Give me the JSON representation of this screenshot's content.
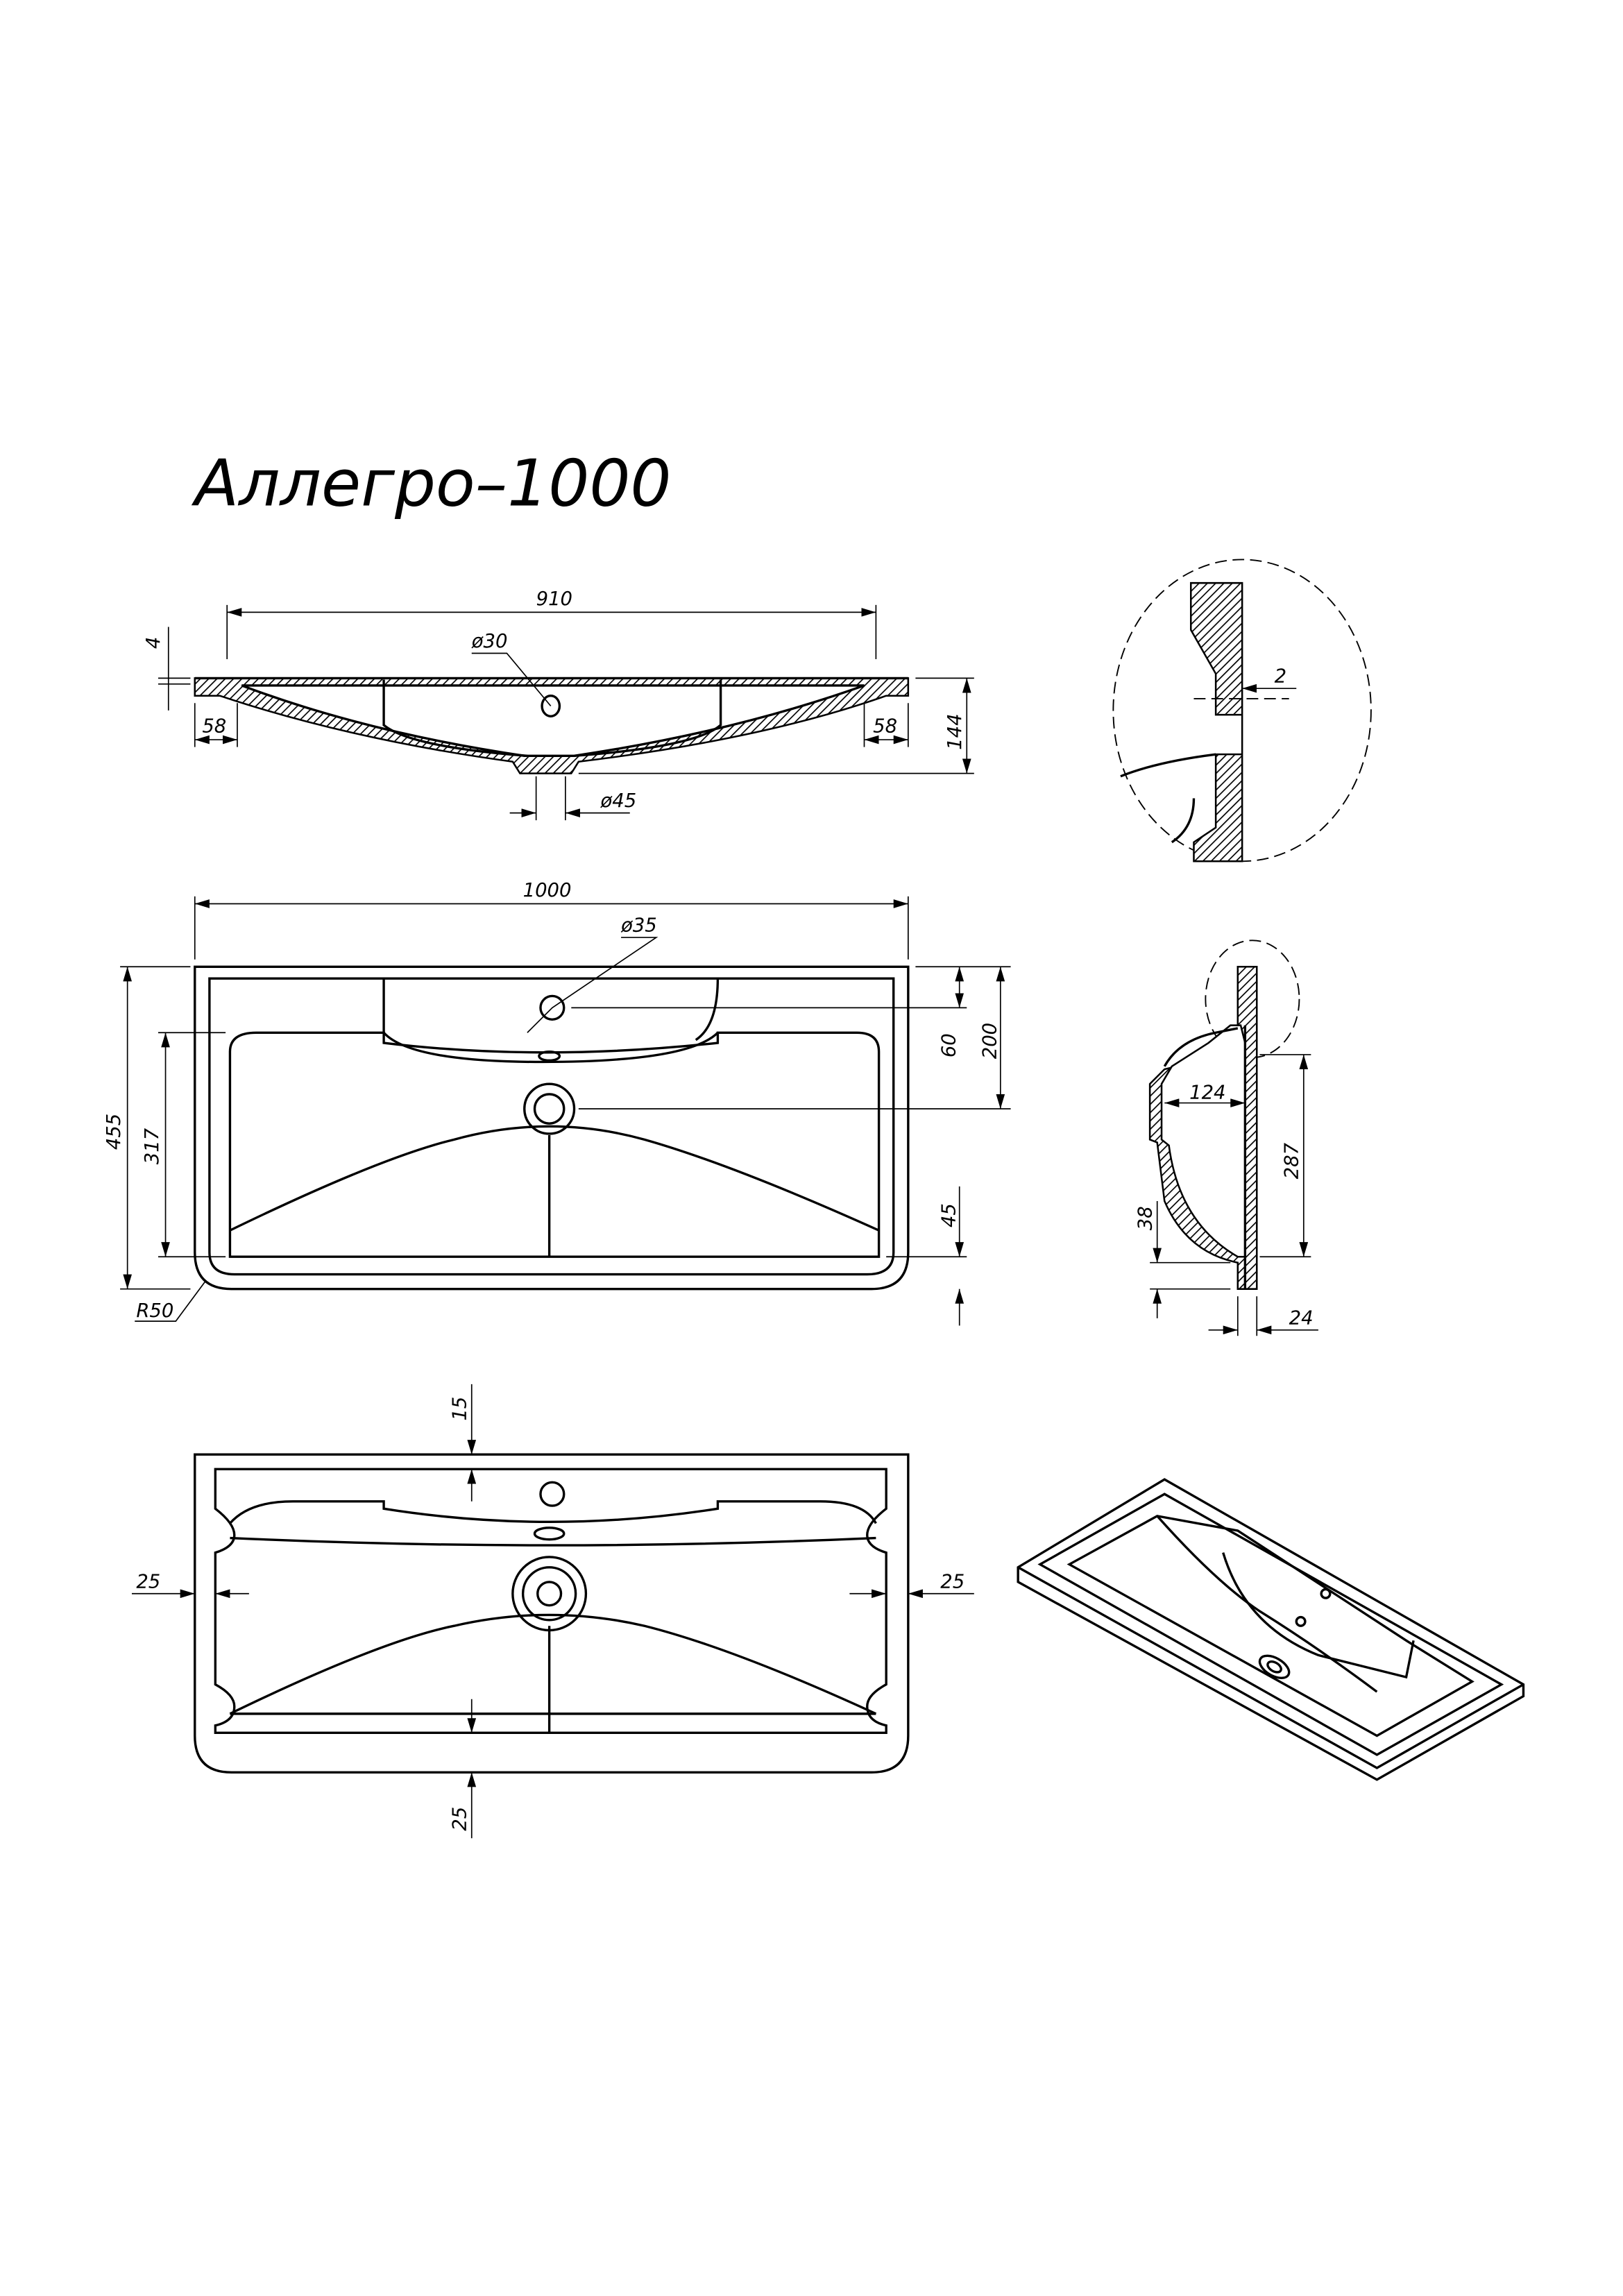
{
  "title": "Аллегро–1000",
  "section_view": {
    "width_910": "910",
    "tap_hole": "ø30",
    "rim_thickness": "4",
    "edge_left": "58",
    "edge_right": "58",
    "depth": "144",
    "drain": "ø45"
  },
  "detail_view": {
    "gap": "2"
  },
  "plan_view": {
    "overall_width": "1000",
    "tap_hole": "ø35",
    "overall_depth": "455",
    "bowl_depth": "317",
    "tap_offset": "60",
    "drain_offset": "200",
    "bottom_offset": "45",
    "corner_radius": "R50"
  },
  "side_view": {
    "bowl_projection": "124",
    "height": "287",
    "bottom_step": "38",
    "flange": "24"
  },
  "bottom_view": {
    "top_margin": "15",
    "left_margin": "25",
    "right_margin": "25",
    "bottom_margin": "25"
  }
}
